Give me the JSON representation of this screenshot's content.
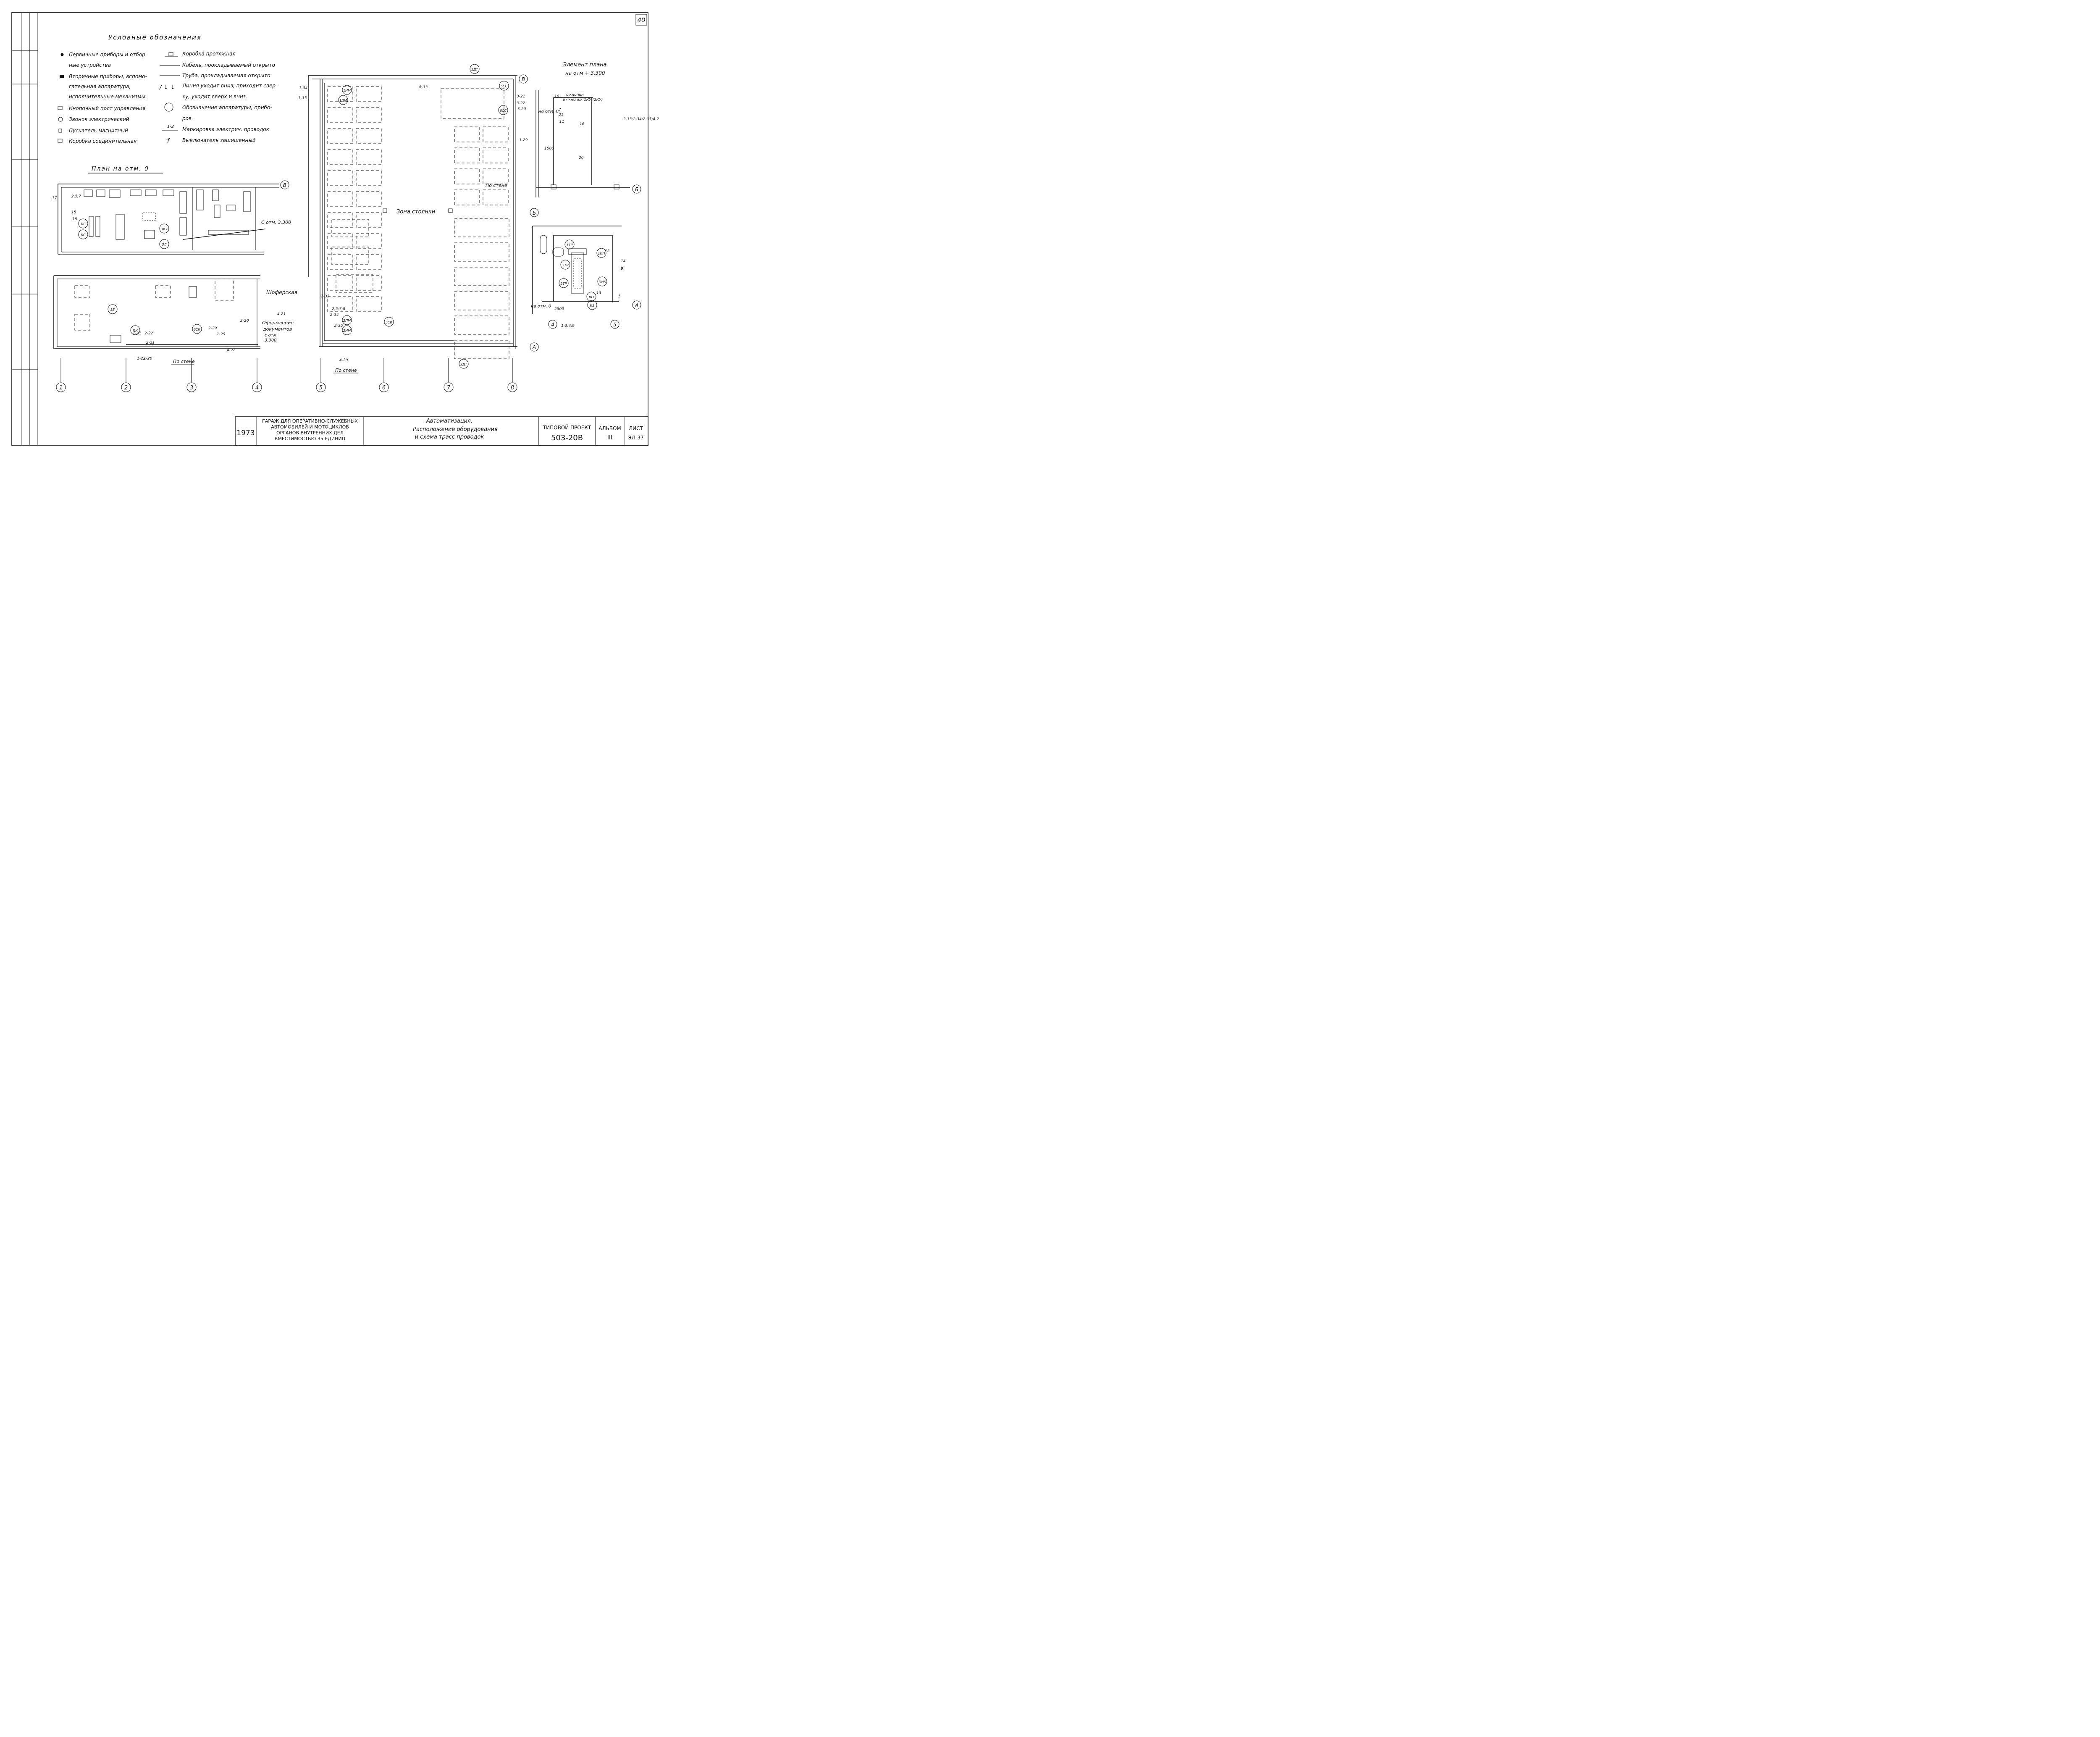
{
  "sheet_number": "40",
  "legend": {
    "title": "Условные обозначения",
    "left_items": [
      "Первичные приборы и отбор",
      "ные устройства",
      "Вторичные приборы, вспомо-",
      "гательная аппаратура,",
      "исполнительные механизмы.",
      "Кнопочный пост управления",
      "Звонок электрический",
      "Пускатель магнитный",
      "Коробка соединительная"
    ],
    "right_items": [
      "Коробка протяжная",
      "Кабель, прокладываемый открыто",
      "Труба, прокладываемая открыто",
      "Линия уходит вниз, приходит свер-",
      "ху, уходит вверх и вниз.",
      "Обозначение аппаратуры, прибо-",
      "ров.",
      "Маркировка электрич. проводок",
      "Выключатель защищенный"
    ],
    "marking_sample": "1-2"
  },
  "plan_titles": {
    "plan_zero": "План на отм. 0",
    "element_plan_1": "Элемент плана",
    "element_plan_2": "на отм + 3.300"
  },
  "labels": {
    "zone": "Зона стоянки",
    "driver_room": "Шоферская",
    "docs_1": "Оформление",
    "docs_2": "документов",
    "docs_3": "с отм.",
    "docs_4": "3.300",
    "from_level": "С отм. 3.300",
    "on_wall_1": "По стене",
    "on_wall_2": "По стене",
    "on_wall_3": "По стене",
    "level0_a": "на отм. 0",
    "level0_b": "на отм. 0",
    "from_buttons_1": "с кнопки",
    "from_buttons_2": "от кнопок 1КУ (2КУ)"
  },
  "axes": [
    "1",
    "2",
    "3",
    "4",
    "5",
    "6",
    "7",
    "8"
  ],
  "row_axes": [
    "В",
    "Б",
    "А"
  ],
  "devices": [
    "1ДТ",
    "2ДТ",
    "5СС",
    "6СС",
    "1ПМ",
    "1ИМ",
    "2ПМ",
    "2ИМ",
    "3КУ",
    "ЗЛ",
    "ЛС",
    "КС",
    "ПК",
    "3Б",
    "5СК",
    "6СК",
    "1ТР",
    "2ТР",
    "3ТР",
    "1ПН",
    "ПН5",
    "КО",
    "К3"
  ],
  "wire_marks": [
    "1-33",
    "1-34",
    "1-35",
    "3-21",
    "3-22",
    "3-20",
    "3-29",
    "2-33",
    "2-34",
    "2-35",
    "4-20",
    "4-21",
    "4-22",
    "2-29",
    "1-29",
    "2-20",
    "2-21",
    "2-22",
    "1-21",
    "1-22",
    "1-20",
    "10",
    "7",
    "17",
    "18",
    "15",
    "16",
    "20",
    "21",
    "11",
    "12",
    "13",
    "14",
    "9",
    "5",
    "1;3;4;9",
    "2;5;7;8",
    "2,5,7",
    "2-33;2-34;2-35;4-20",
    "1500",
    "2500",
    "0"
  ],
  "title_block": {
    "year": "1973",
    "project_title_1": "ГАРАЖ ДЛЯ ОПЕРАТИВНО-СЛУЖЕБНЫХ",
    "project_title_2": "АВТОМОБИЛЕЙ И МОТОЦИКЛОВ",
    "project_title_3": "ОРГАНОВ ВНУТРЕННИХ ДЕЛ",
    "project_title_4": "ВМЕСТИМОСТЬЮ 35 ЕДИНИЦ",
    "drawing_title_1": "Автоматизация.",
    "drawing_title_2": "Расположение оборудования",
    "drawing_title_3": "и схема трасс проводок",
    "project_label": "ТИПОВОЙ ПРОЕКТ",
    "project_number": "503-20В",
    "album_label": "АЛЬБОМ",
    "album_number": "III",
    "sheet_label": "ЛИСТ",
    "sheet_code": "ЭЛ-37"
  }
}
